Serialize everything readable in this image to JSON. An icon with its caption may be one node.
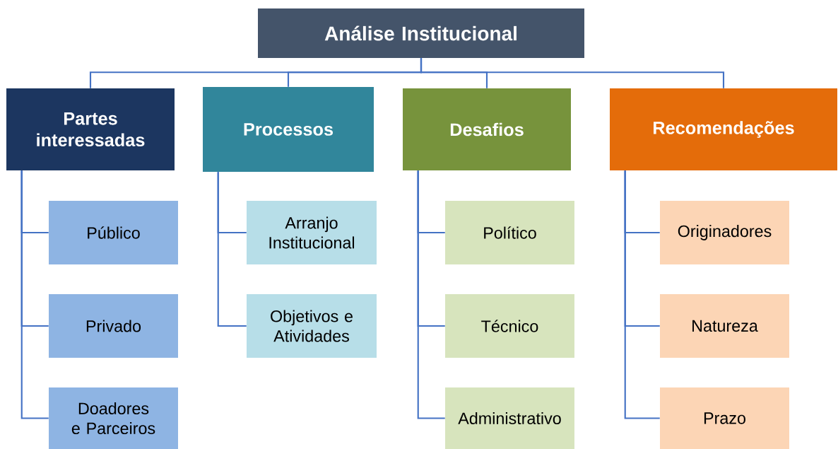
{
  "diagram": {
    "nodes": [
      {
        "text": [
          "Análise Institucional"
        ]
      },
      {
        "text": [
          "Partes interessadas"
        ]
      },
      {
        "text": [
          "Processos"
        ]
      },
      {
        "text": [
          "Desafios"
        ]
      },
      {
        "text": [
          "Recomendações"
        ]
      },
      {
        "text": [
          "Público"
        ]
      },
      {
        "text": [
          "Privado"
        ]
      },
      {
        "text": [
          "Doadores e Parceiros"
        ]
      },
      {
        "text": [
          "Arranjo Institucional"
        ]
      },
      {
        "text": [
          "Objetivos e Atividades"
        ]
      },
      {
        "text": [
          "Político"
        ]
      },
      {
        "text": [
          "Técnico"
        ]
      },
      {
        "text": [
          "Administrativo"
        ]
      },
      {
        "text": [
          "Originadores"
        ]
      },
      {
        "text": [
          "Natureza"
        ]
      },
      {
        "text": [
          "Prazo"
        ]
      }
    ],
    "edges": [
      {
        "from": 0,
        "to": 1,
        "arrow": "none"
      },
      {
        "from": 0,
        "to": 2,
        "arrow": "none"
      },
      {
        "from": 0,
        "to": 3,
        "arrow": "none"
      },
      {
        "from": 0,
        "to": 4,
        "arrow": "none"
      },
      {
        "from": 1,
        "to": 5,
        "arrow": "none"
      },
      {
        "from": 1,
        "to": 6,
        "arrow": "none"
      },
      {
        "from": 1,
        "to": 7,
        "arrow": "none"
      },
      {
        "from": 2,
        "to": 8,
        "arrow": "none"
      },
      {
        "from": 2,
        "to": 9,
        "arrow": "none"
      },
      {
        "from": 3,
        "to": 10,
        "arrow": "none"
      },
      {
        "from": 3,
        "to": 11,
        "arrow": "none"
      },
      {
        "from": 3,
        "to": 12,
        "arrow": "none"
      },
      {
        "from": 4,
        "to": 13,
        "arrow": "none"
      },
      {
        "from": 4,
        "to": 14,
        "arrow": "none"
      },
      {
        "from": 4,
        "to": 15,
        "arrow": "none"
      }
    ]
  }
}
